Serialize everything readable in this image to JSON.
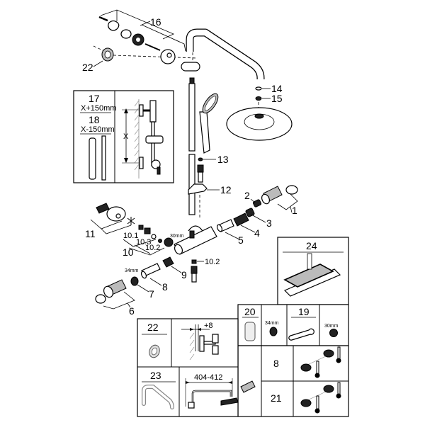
{
  "title": "Shower system exploded parts diagram",
  "part_labels": {
    "p1": "1",
    "p2": "2",
    "p3": "3",
    "p4": "4",
    "p5": "5",
    "p6": "6",
    "p7": "7",
    "p8": "8",
    "p9": "9",
    "p10": "10",
    "p10_1": "10.1",
    "p10_2": "10.2",
    "p10_3": "10.3",
    "p10_2b": "10.2",
    "p11": "11",
    "p12": "12",
    "p13": "13",
    "p14": "14",
    "p15": "15",
    "p16": "16",
    "p22": "22"
  },
  "dimensions": {
    "nut_30mm": "30mm",
    "ring_34mm": "34mm"
  },
  "riser_box": {
    "item17": "17",
    "item17_spec": "X+150mm",
    "item18": "18",
    "item18_spec": "X-150mm",
    "x_label": "X"
  },
  "service_boxes": {
    "box24": "24",
    "box20": "20",
    "box20_size": "34mm",
    "box19": "19",
    "box19_size": "30mm",
    "box22": "22",
    "box22_offset": "+8",
    "box23": "23",
    "box23_range": "404-412",
    "box8": "8",
    "box21": "21"
  }
}
